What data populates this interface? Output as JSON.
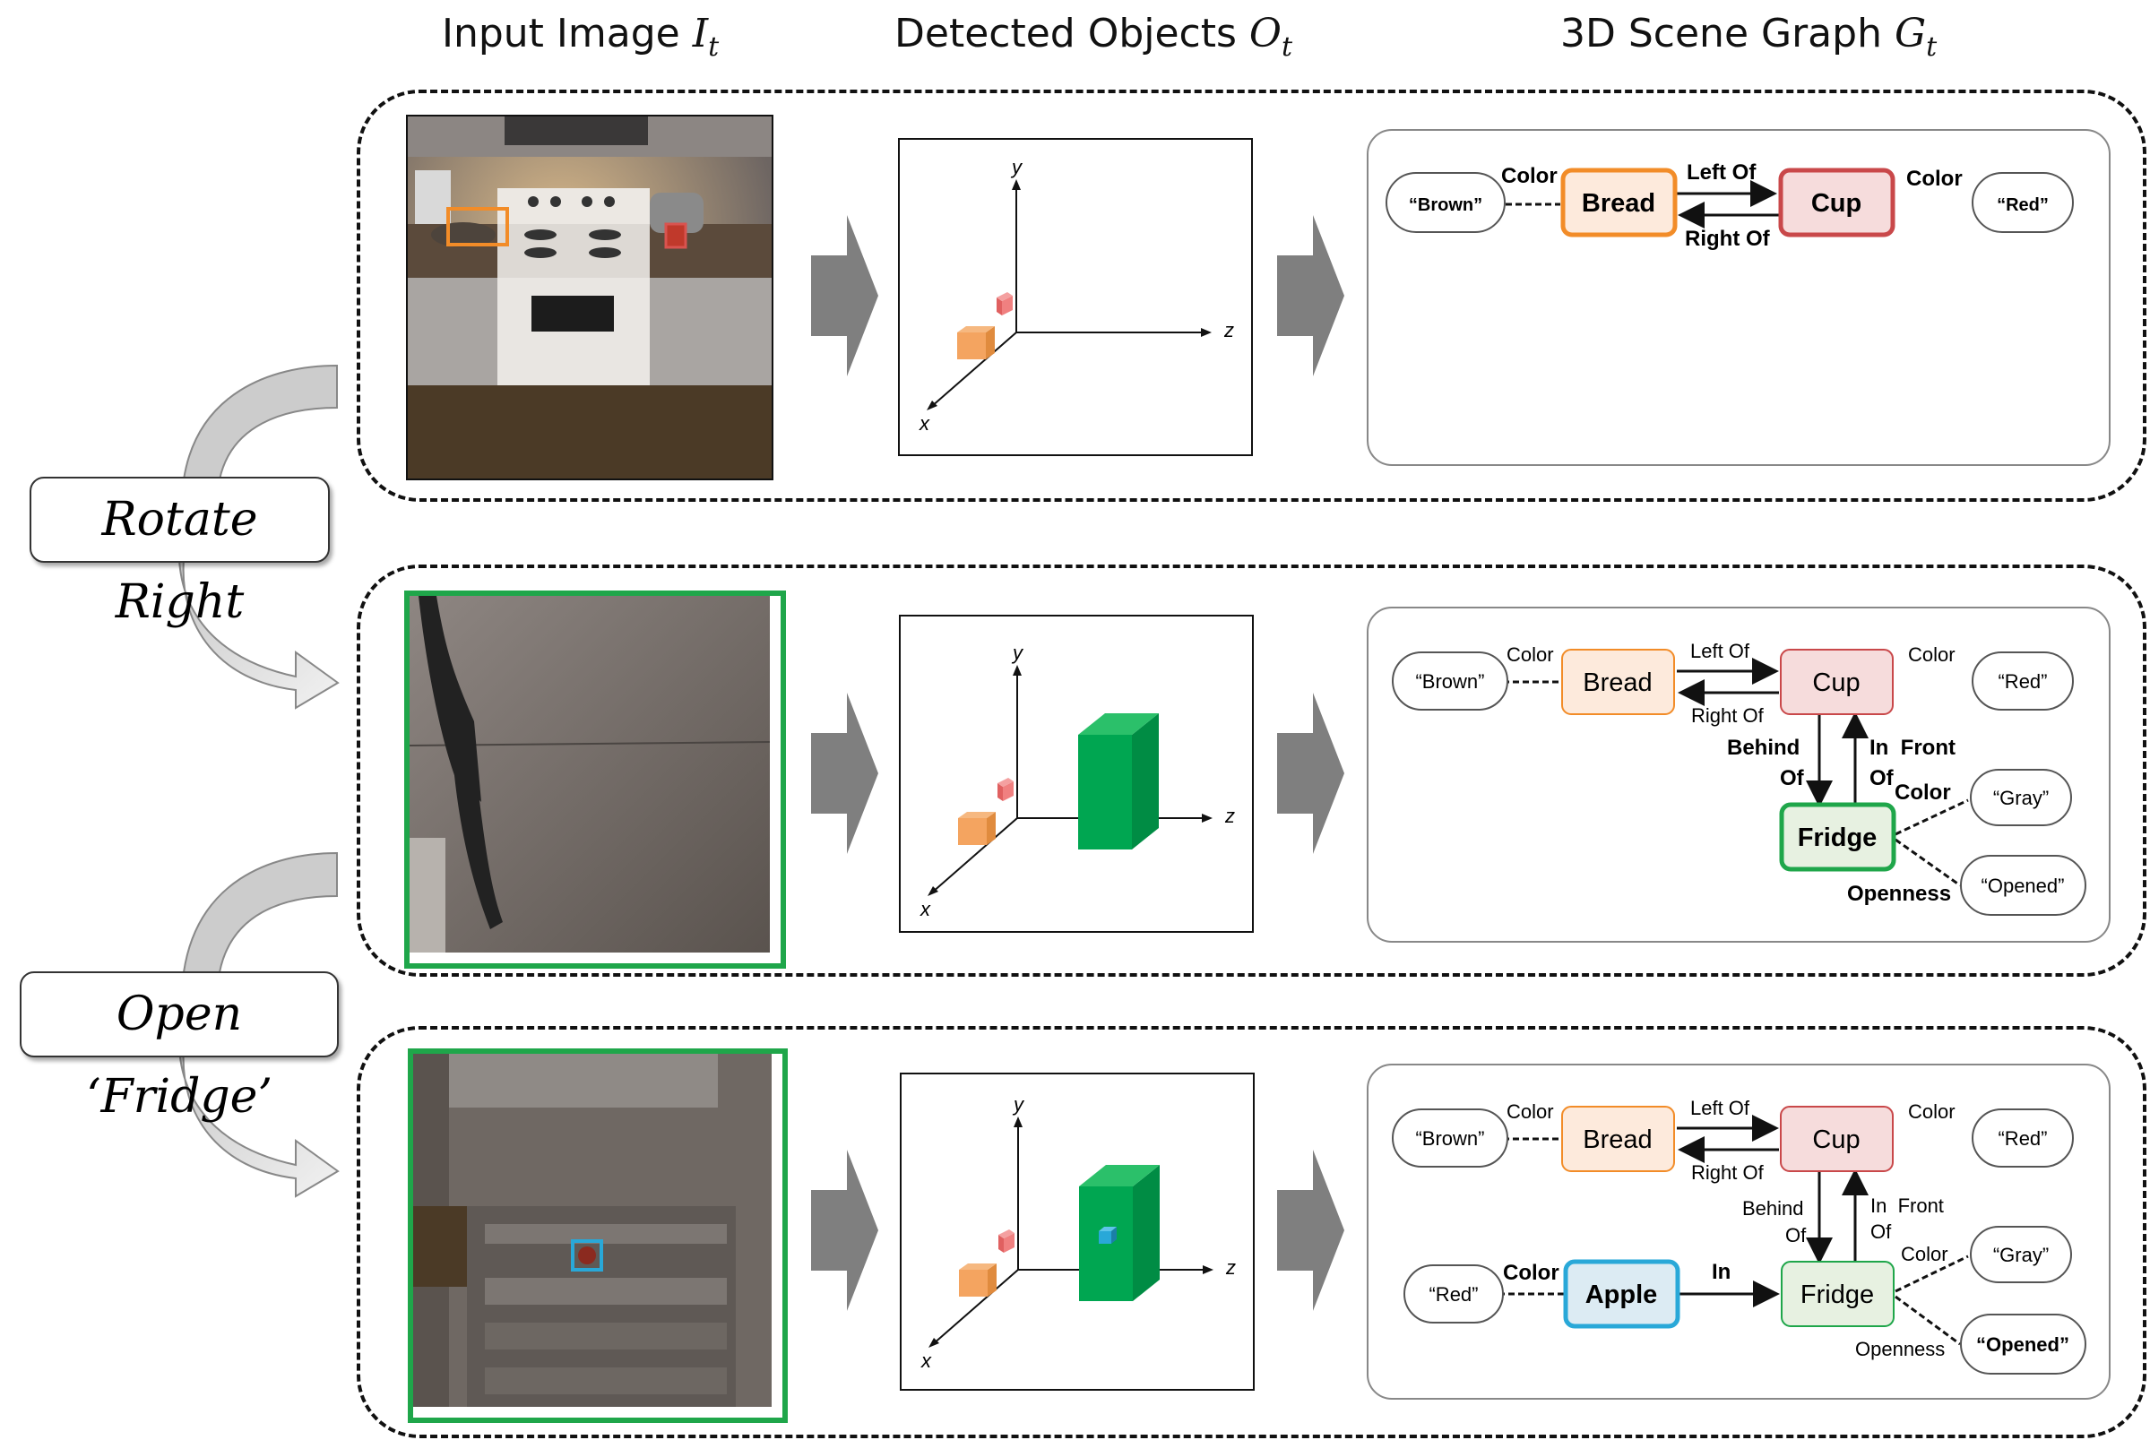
{
  "headers": {
    "input": {
      "text": "Input Image ",
      "sym": "I",
      "sub": "t"
    },
    "objects": {
      "text": "Detected Objects ",
      "sym": "O",
      "sub": "t"
    },
    "graph": {
      "text": "3D Scene Graph ",
      "sym": "G",
      "sub": "t"
    }
  },
  "actions": {
    "rotate": "Rotate Right",
    "open": "Open ‘Fridge’"
  },
  "axes": {
    "x": "x",
    "y": "y",
    "z": "z"
  },
  "colors": {
    "bread": "#f4a460",
    "cup": "#d9534f",
    "fridge": "#1fa64a",
    "apple": "#29a8d8",
    "arrow": "#7f7f7f"
  },
  "graph1": {
    "nodes": {
      "brown": "“Brown”",
      "bread": "Bread",
      "cup": "Cup",
      "red": "“Red”"
    },
    "edges": {
      "color_l": "Color",
      "left_of": "Left Of",
      "right_of": "Right Of",
      "color_r": "Color"
    }
  },
  "graph2": {
    "nodes": {
      "brown": "“Brown”",
      "bread": "Bread",
      "cup": "Cup",
      "red": "“Red”",
      "fridge": "Fridge",
      "gray": "“Gray”",
      "opened": "“Opened”"
    },
    "edges": {
      "color_l": "Color",
      "left_of": "Left Of",
      "right_of": "Right Of",
      "color_r": "Color",
      "behind": "Behind",
      "of1": "Of",
      "infront": "In  Front",
      "of2": "Of",
      "color_f": "Color",
      "openness": "Openness"
    }
  },
  "graph3": {
    "nodes": {
      "brown": "“Brown”",
      "bread": "Bread",
      "cup": "Cup",
      "red": "“Red”",
      "fridge": "Fridge",
      "gray": "“Gray”",
      "opened": "“Opened”",
      "apple": "Apple",
      "red2": "“Red”"
    },
    "edges": {
      "color_l": "Color",
      "left_of": "Left Of",
      "right_of": "Right Of",
      "color_r": "Color",
      "behind": "Behind",
      "of1": "Of",
      "infront": "In  Front",
      "of2": "Of",
      "color_f": "Color",
      "openness": "Openness",
      "color_a": "Color",
      "in": "In"
    }
  }
}
